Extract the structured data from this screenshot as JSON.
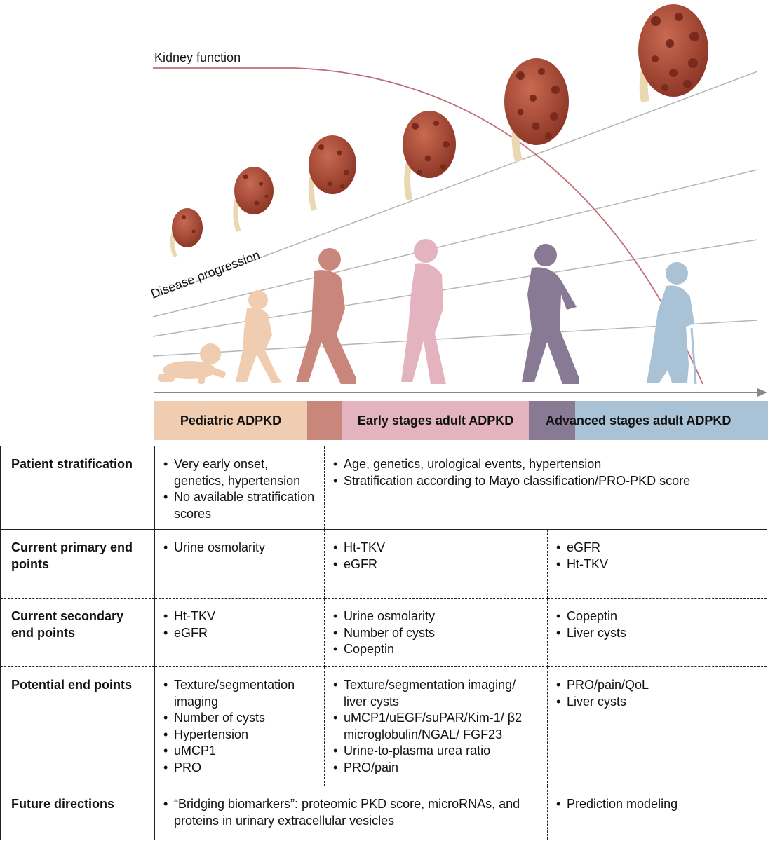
{
  "diagram": {
    "kidney_function_label": "Kidney function",
    "disease_progression_label": "Disease progression",
    "stages": {
      "pediatric": "Pediatric ADPKD",
      "early": "Early stages adult ADPKD",
      "advanced": "Advanced stages adult ADPKD"
    },
    "colors": {
      "pediatric": "#f0cdb0",
      "transition1": "#c8877a",
      "early": "#e3b4bf",
      "transition2": "#887a94",
      "advanced": "#a9c2d6",
      "kidney_curve": "#c06b78",
      "kidney": "#a8432e",
      "axis": "#777777"
    },
    "figures": [
      "crawling-baby",
      "child",
      "young-man",
      "young-woman",
      "older-man",
      "elderly-woman"
    ]
  },
  "table": {
    "rows": [
      {
        "label": "Patient stratification",
        "pediatric": [
          "Very early onset, genetics, hypertension",
          "No available stratification scores"
        ],
        "adult": [
          "Age, genetics, urological events, hypertension",
          "Stratification according to Mayo classification/PRO-PKD score"
        ]
      },
      {
        "label": "Current primary end points",
        "pediatric": [
          "Urine osmolarity"
        ],
        "early": [
          "Ht-TKV",
          "eGFR"
        ],
        "advanced": [
          "eGFR",
          "Ht-TKV"
        ]
      },
      {
        "label": "Current secondary end points",
        "pediatric": [
          "Ht-TKV",
          "eGFR"
        ],
        "early": [
          "Urine osmolarity",
          "Number of cysts",
          "Copeptin"
        ],
        "advanced": [
          "Copeptin",
          "Liver cysts"
        ]
      },
      {
        "label": "Potential end points",
        "pediatric": [
          "Texture/segmentation imaging",
          "Number of cysts",
          "Hypertension",
          "uMCP1",
          "PRO"
        ],
        "early": [
          "Texture/segmentation imaging/ liver cysts",
          "uMCP1/uEGF/suPAR/Kim-1/ β2 microglobulin/NGAL/ FGF23",
          "Urine-to-plasma urea ratio",
          "PRO/pain"
        ],
        "advanced": [
          "PRO/pain/QoL",
          "Liver cysts"
        ]
      },
      {
        "label": "Future directions",
        "combined": [
          "“Bridging biomarkers”: proteomic PKD score, microRNAs, and proteins in urinary extracellular vesicles"
        ],
        "advanced": [
          "Prediction modeling"
        ]
      }
    ]
  }
}
